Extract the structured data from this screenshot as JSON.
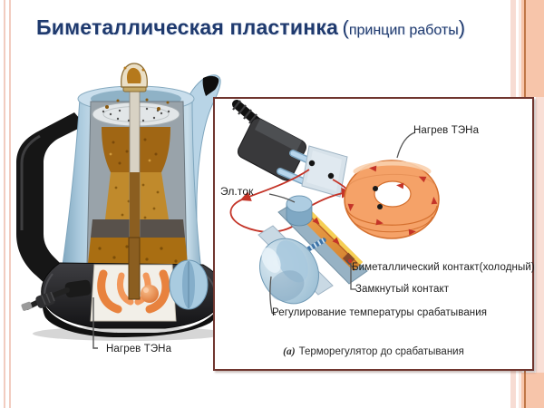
{
  "title": {
    "main": "Биметаллическая пластинка",
    "paren_open": "(",
    "sub": "принцип работы",
    "paren_close": ")"
  },
  "kettle": {
    "heater_label": "Нагрев ТЭНа"
  },
  "diagram": {
    "current_label": "Эл.ток",
    "heater_label": "Нагрев ТЭНа",
    "bimetal_label": "Биметаллический контакт(холодный)",
    "closed_contact_label": "Замкнутый контакт",
    "regulation_label": "Регулирование температуры срабатывания",
    "caption_prefix": "(а)",
    "caption_text": "Терморегулятор до срабатывания"
  },
  "colors": {
    "title_navy": "#1F3A6E",
    "box_border": "#70362F",
    "edge_salmon": "#F7C5AA",
    "edge_dark_line": "#C07647",
    "edge_pink_stripe": "#F7DCD3",
    "wire_red": "#C43428",
    "coil_orange": "#F5A268",
    "strip_orange": "#E89140",
    "knob_blue": "#A9C9DE"
  }
}
